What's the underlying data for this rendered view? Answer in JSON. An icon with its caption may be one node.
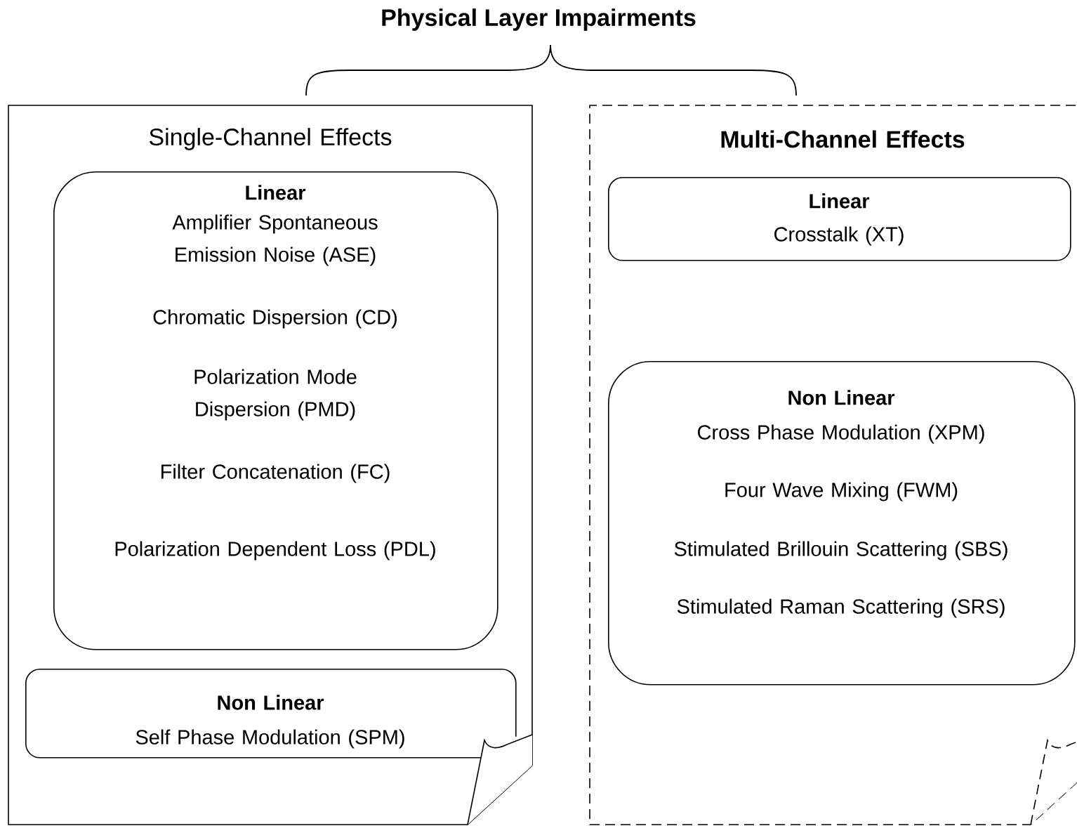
{
  "diagram": {
    "title": "Physical Layer Impairments",
    "nodes": [
      {
        "text": [
          "Single-Channel Effects"
        ]
      },
      {
        "text": [
          "Linear",
          "Amplifier Spontaneous Emission Noise (ASE)",
          "Chromatic Dispersion (CD)",
          "Polarization Mode Dispersion (PMD)",
          "Filter Concatenation (FC)",
          "Polarization Dependent Loss (PDL)"
        ],
        "in": 0
      },
      {
        "text": [
          "Non Linear",
          "Self Phase Modulation (SPM)"
        ],
        "in": 0
      },
      {
        "text": [
          "Multi-Channel Effects"
        ]
      },
      {
        "text": [
          "Linear",
          "Crosstalk (XT)"
        ],
        "in": 3
      },
      {
        "text": [
          "Non Linear",
          "Cross Phase Modulation (XPM)",
          "Four Wave Mixing (FWM)",
          "Stimulated Brillouin Scattering (SBS)",
          "Stimulated Raman Scattering (SRS)"
        ],
        "in": 3
      }
    ],
    "edges": []
  }
}
